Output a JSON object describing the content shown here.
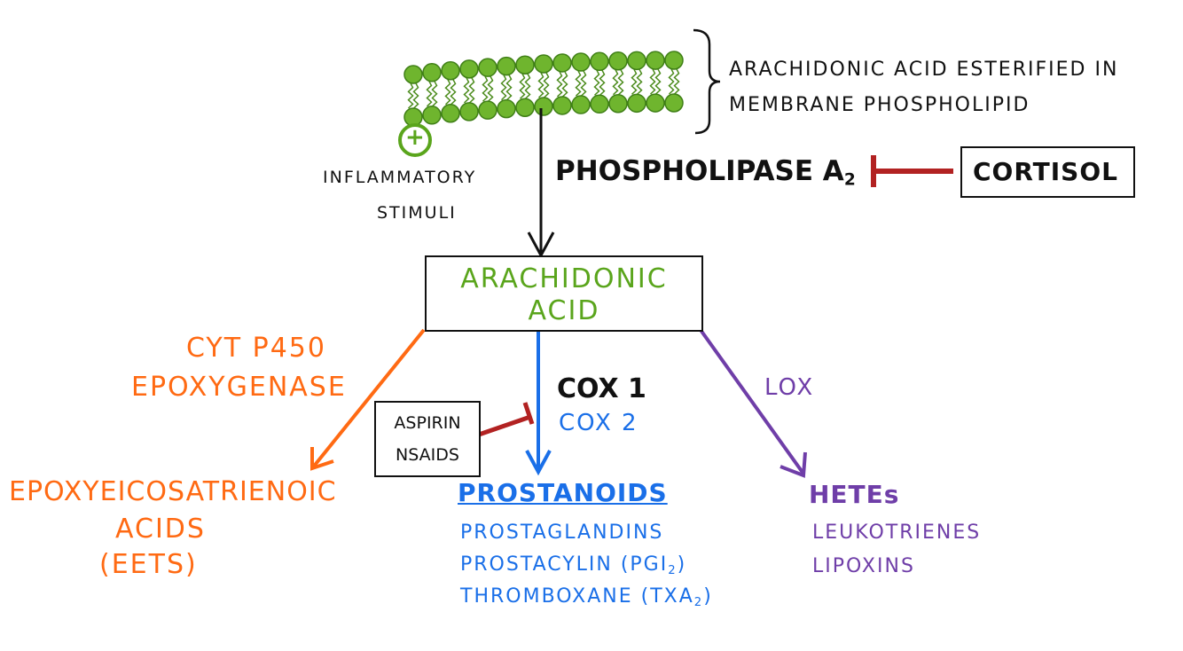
{
  "colors": {
    "ink": "#111111",
    "green": "#5aa51c",
    "membrane_green": "#4c8c1d",
    "orange": "#ff6a13",
    "blue": "#1a6fe8",
    "purple": "#6f3ea8",
    "red": "#b22222"
  },
  "icons": {
    "membrane": "phospholipid-bilayer-icon",
    "plus": "plus-circle-icon",
    "inhibit": "inhibition-bar-icon",
    "arrow": "arrow-icon"
  },
  "membrane_label": {
    "line1": "Arachidonic acid esterified in",
    "line2": "membrane phospholipid"
  },
  "stimulus": {
    "sign": "+",
    "line1": "Inflammatory",
    "line2": "stimuli"
  },
  "enzyme_main": {
    "name": "Phospholipase A",
    "subscript": "2"
  },
  "inhibitor_main": "Cortisol",
  "center": {
    "line1": "Arachidonic",
    "line2": "acid"
  },
  "left_branch": {
    "enzyme_line1": "CYT P450",
    "enzyme_line2": "Epoxygenase",
    "product_line1": "Epoxyeicosatrienoic",
    "product_line2": "acids",
    "product_line3": "(EETs)"
  },
  "middle_branch": {
    "enzyme1": "COX 1",
    "enzyme2": "COX 2",
    "inhibitor_line1": "Aspirin",
    "inhibitor_line2": "NSAIDs",
    "product_title": "Prostanoids",
    "items": [
      "Prostaglandins",
      "Prostacylin (PGI",
      "Thromboxane (TXA"
    ],
    "item_subscripts": [
      "",
      "2",
      "2"
    ],
    "item_suffixes": [
      "",
      ")",
      ")"
    ]
  },
  "right_branch": {
    "enzyme": "LOX",
    "product_title": "HETEs",
    "items": [
      "Leukotrienes",
      "Lipoxins"
    ]
  }
}
